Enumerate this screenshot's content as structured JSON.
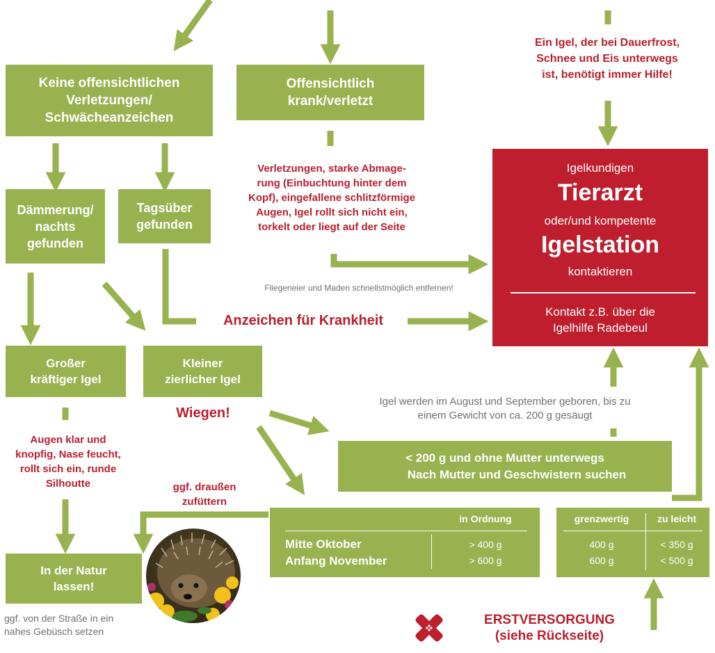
{
  "boxes": {
    "no_injury": "Keine offensichtlichen\nVerletzungen/\nSchwächeanzeichen",
    "obviously_sick": "Offensichtlich\nkrank/verletzt",
    "dusk": "Dämmerung/\nnachts\ngefunden",
    "daytime": "Tagsüber\ngefunden",
    "big_hedgehog": "Großer\nkräftiger Igel",
    "small_hedgehog": "Kleiner\nzierlicher Igel",
    "leave_in_nature": "In der Natur\nlassen!",
    "under_200_line1": "< 200 g und ohne Mutter unterwegs",
    "under_200_line2": "Nach Mutter und Geschwistern suchen"
  },
  "vet_box": {
    "line1": "Igelkundigen",
    "line2": "Tierarzt",
    "line3": "oder/und kompetente",
    "line4": "Igelstation",
    "line5": "kontaktieren",
    "contact_line1": "Kontakt z.B. über die",
    "contact_line2": "Igelhilfe Radebeul"
  },
  "texts": {
    "frost_note": "Ein Igel, der bei Dauerfrost,\nSchnee und Eis unterwegs\nist, benötigt immer Hilfe!",
    "injury_signs": "Verletzungen, starke Abmage-\nrung (Einbuchtung hinter dem\nKopf), eingefallene schlitzförmige\nAugen, Igel rollt sich nicht ein,\ntorkelt oder liegt auf der Seite",
    "flies_note": "Fliegeneier und Maden schnellstmöglich entfernen!",
    "sickness_signs": "Anzeichen für Krankheit",
    "weigh": "Wiegen!",
    "born_note": "Igel werden im August und September geboren, bis zu\neinem Gewicht von ca. 200 g gesäugt",
    "healthy_signs": "Augen klar und\nknopfig, Nase feucht,\nrollt sich ein, runde\nSilhoutte",
    "feed_outside": "ggf. draußen\nzufüttern",
    "street_note": "ggf. von der Straße in ein\nnahes Gebüsch setzen",
    "first_aid": "ERSTVERSORGUNG\n(siehe Rückseite)"
  },
  "weight_table_ok": {
    "header": "in Ordnung",
    "rows": [
      {
        "label": "Mitte Oktober",
        "value": "> 400 g"
      },
      {
        "label": "Anfang November",
        "value": "> 600 g"
      }
    ]
  },
  "weight_table_limit": {
    "header_borderline": "grenzwertig",
    "header_too_light": "zu leicht",
    "rows": [
      {
        "borderline": "400 g",
        "too_light": "< 350 g"
      },
      {
        "borderline": "600 g",
        "too_light": "< 500 g"
      }
    ]
  },
  "colors": {
    "green": "#98b24f",
    "red": "#be1e2d",
    "text_red": "#b81f2e",
    "grey_text": "#6f6f6f"
  },
  "icons": {
    "first_aid_icon": "red-x-cross",
    "hedgehog_photo": "hedgehog-with-flowers"
  }
}
